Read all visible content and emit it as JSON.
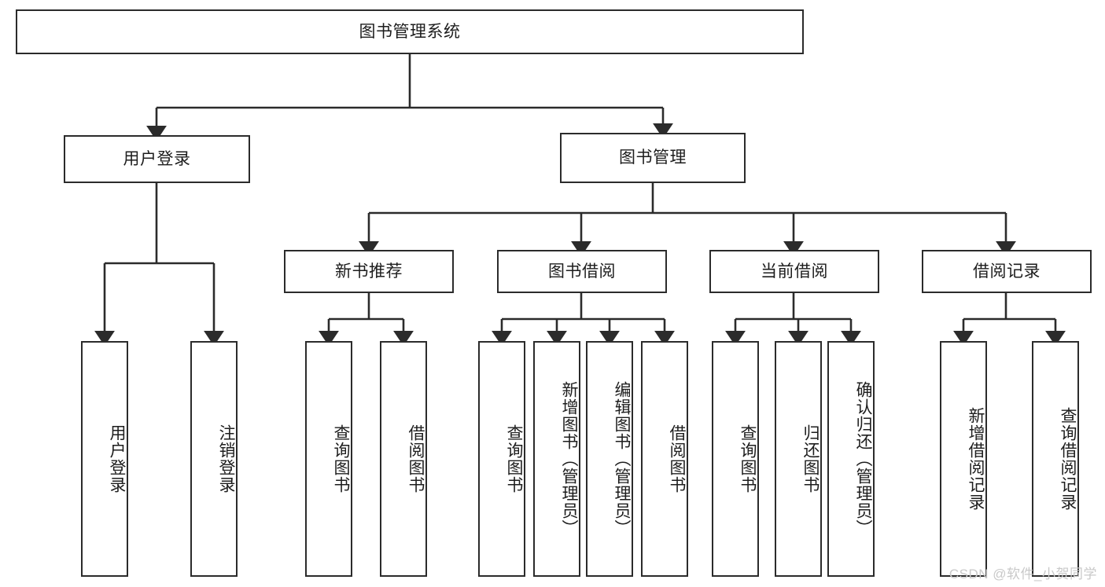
{
  "diagram": {
    "title": "图书管理系统",
    "type": "tree-hierarchy-diagram",
    "watermark": "CSDN @软件_小贺同学",
    "colors": {
      "stroke": "#2b2b2b",
      "fill": "#ffffff",
      "text": "#1d1d1d",
      "watermark": "#c9c9c9"
    },
    "nodes": {
      "root": {
        "label": "图书管理系统"
      },
      "level1": [
        {
          "id": "user-login",
          "label": "用户登录"
        },
        {
          "id": "book-management",
          "label": "图书管理"
        }
      ],
      "level2": [
        {
          "id": "new-book-recommend",
          "label": "新书推荐"
        },
        {
          "id": "book-borrow",
          "label": "图书借阅"
        },
        {
          "id": "current-borrow",
          "label": "当前借阅"
        },
        {
          "id": "borrow-record",
          "label": "借阅记录"
        }
      ],
      "leaves": {
        "user-login": [
          {
            "id": "leaf-user-login",
            "label": "用户登录"
          },
          {
            "id": "leaf-logout-login",
            "label": "注销登录"
          }
        ],
        "new-book-recommend": [
          {
            "id": "leaf-query-book-1",
            "label": "查询图书"
          },
          {
            "id": "leaf-borrow-book-1",
            "label": "借阅图书"
          }
        ],
        "book-borrow": [
          {
            "id": "leaf-query-book-2",
            "label": "查询图书"
          },
          {
            "id": "leaf-add-book",
            "label": "新增图书（管理员）"
          },
          {
            "id": "leaf-edit-book",
            "label": "编辑图书（管理员）"
          },
          {
            "id": "leaf-borrow-book-2",
            "label": "借阅图书"
          }
        ],
        "current-borrow": [
          {
            "id": "leaf-query-book-3",
            "label": "查询图书"
          },
          {
            "id": "leaf-return-book",
            "label": "归还图书"
          },
          {
            "id": "leaf-confirm-return",
            "label": "确认归还（管理员）"
          }
        ],
        "borrow-record": [
          {
            "id": "leaf-add-record",
            "label": "新增借阅记录"
          },
          {
            "id": "leaf-query-record",
            "label": "查询借阅记录"
          }
        ]
      }
    }
  }
}
